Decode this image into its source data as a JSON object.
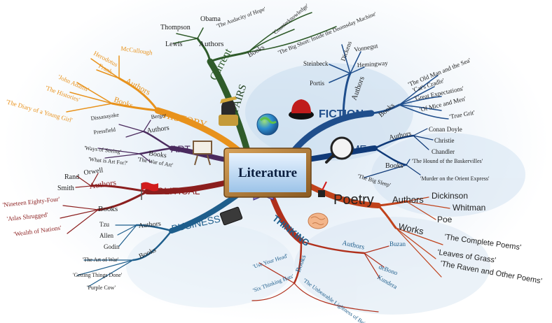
{
  "center": {
    "label": "Literature"
  },
  "branches": {
    "current_affairs": {
      "label_current": "Current",
      "label_affairs": "AFFAIRS",
      "color": "#2f5b2a",
      "authors_label": "Authors",
      "authors": [
        "Thompson",
        "Obama",
        "Lewis"
      ],
      "books_label": "Books",
      "books": [
        "'The Audacity of Hope'",
        "'Counterknowledge'",
        "'The Big Short: Inside the Doomsday Machine'"
      ]
    },
    "history": {
      "label": "HISTORY",
      "color": "#e8921c",
      "authors_label": "Authors",
      "authors": [
        "Herodotus",
        "McCullough",
        "Frank"
      ],
      "books_label": "Books",
      "books": [
        "'John Adams'",
        "'The Histories'",
        "'The Diary of a Young Girl'"
      ]
    },
    "fiction": {
      "label": "FICTION",
      "color": "#1f4e8c",
      "authors_label": "Authors",
      "authors": [
        "Steinbeck",
        "Dickens",
        "Vonnegut",
        "Hemingway",
        "Portis"
      ],
      "books_label": "Books",
      "books": [
        "'The Old Man and the Sea'",
        "'Cat's Cradle'",
        "'Great Expectations'",
        "'Of Mice and Men'",
        "'True Grit'"
      ]
    },
    "art": {
      "label": "ART",
      "color": "#4a2a5e",
      "authors_label": "Authors",
      "authors": [
        "Dissanayake",
        "Berger",
        "Pressfield"
      ],
      "books_label": "Books",
      "books": [
        "'Ways of Seeing'",
        "'What is Art For?'",
        "'The War of Art'"
      ]
    },
    "crime": {
      "label": "CRIME",
      "color": "#103a78",
      "authors_label": "Authors",
      "authors": [
        "Conan Doyle",
        "Christie",
        "Chandler"
      ],
      "books_label": "Books",
      "books": [
        "'The Hound of the Baskervilles'",
        "'Murder on the Orient Express'",
        "'The Big Sleep'"
      ]
    },
    "political": {
      "label": "POLITICAL",
      "color": "#8b1e1e",
      "authors_label": "Authors",
      "authors": [
        "Rand",
        "Orwell",
        "Smith"
      ],
      "books_label": "Books",
      "books": [
        "'Nineteen Eighty-Four'",
        "'Atlas Shrugged'",
        "'Wealth of Nations'"
      ]
    },
    "poetry": {
      "label": "Poetry",
      "color": "#c0421b",
      "authors_label": "Authors",
      "authors": [
        "Dickinson",
        "Whitman",
        "Poe"
      ],
      "works_label": "Works",
      "works": [
        "'The Complete Poems'",
        "'Leaves of Grass'",
        "'The Raven and Other Poems'"
      ]
    },
    "business": {
      "label": "BUSINESS",
      "color": "#1e5e8c",
      "authors_label": "Authors",
      "authors": [
        "Tzu",
        "Allen",
        "Godin"
      ],
      "books_label": "Books",
      "books": [
        "'The Art of War'",
        "'Getting Things Done'",
        "'Purple Cow'"
      ]
    },
    "thinking": {
      "label": "THINKING",
      "color": "#b0301c",
      "authors_label": "Authors",
      "authors": [
        "Buzan",
        "deBono",
        "Kundera"
      ],
      "books_label": "Books",
      "books": [
        "'Use Your Head'",
        "'Six Thinking Hats'",
        "'The Unbearable Lightness of Being'"
      ]
    }
  }
}
